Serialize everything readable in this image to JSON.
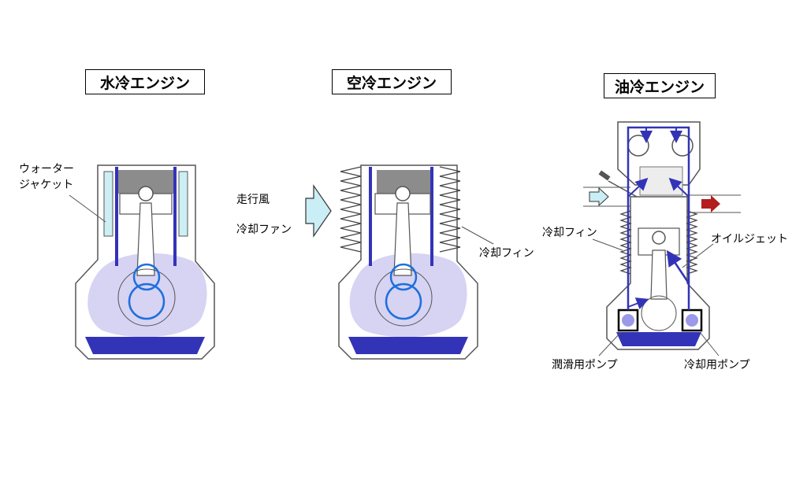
{
  "titles": {
    "water": "水冷エンジン",
    "air": "空冷エンジン",
    "oil": "油冷エンジン"
  },
  "labels": {
    "water_jacket_1": "ウォーター",
    "water_jacket_2": "ジャケット",
    "running_wind": "走行風",
    "cooling_fan": "冷却ファン",
    "cooling_fin_air": "冷却フィン",
    "cooling_fin_oil": "冷却フィン",
    "oil_jet": "オイルジェット",
    "lube_pump": "潤滑用ポンプ",
    "cool_pump": "冷却用ポンプ"
  },
  "colors": {
    "coolant_blue": "#3333b8",
    "lavender": "#d6d3f3",
    "jacket_fill": "#cdeff4",
    "air_arrow": "#c9eef5",
    "hot_arrow": "#b31e1e",
    "outline_gray": "#555555"
  }
}
